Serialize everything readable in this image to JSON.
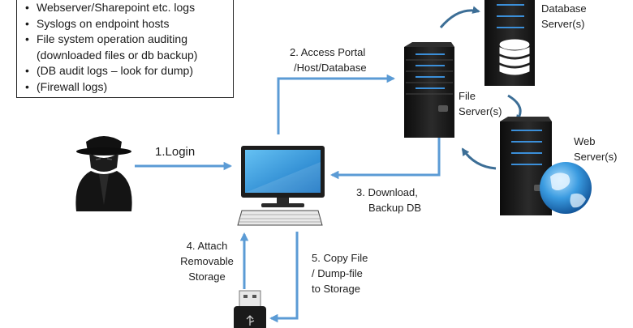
{
  "log_sources": {
    "items": [
      "Webserver/Sharepoint etc. logs",
      "Syslogs on endpoint hosts",
      "File system operation auditing",
      "(downloaded files or db backup)",
      "(DB audit logs – look for dump)",
      "(Firewall logs)"
    ]
  },
  "steps": {
    "login": "1.Login",
    "access_line1": "2. Access Portal",
    "access_line2": "/Host/Database",
    "download_line1": "3. Download,",
    "download_line2": "Backup DB",
    "attach_line1": "4. Attach",
    "attach_line2": "Removable",
    "attach_line3": "Storage",
    "copy_line1": "5. Copy File",
    "copy_line2": "/ Dump-file",
    "copy_line3": "to Storage"
  },
  "servers": {
    "database_line1": "Database",
    "database_line2": "Server(s)",
    "file_line1": "File",
    "file_line2": "Server(s)",
    "web_line1": "Web",
    "web_line2": "Server(s)"
  },
  "colors": {
    "arrow": "#5b9bd5",
    "cycle_arrow": "#3c6e96",
    "server_body": "#1c1c1c",
    "server_led": "#3b8fd9",
    "screen": "#2a8fd6"
  },
  "icons": {
    "attacker": "hooded-hacker-icon",
    "computer": "desktop-computer-icon",
    "usb": "usb-drive-icon",
    "database": "database-cylinder-icon",
    "globe": "globe-icon"
  }
}
